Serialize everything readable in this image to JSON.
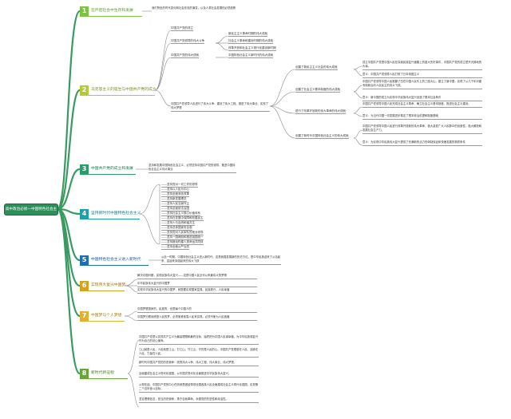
{
  "root": {
    "label": "高中政治必修一中国特色社会主义"
  },
  "colors": {
    "root": "#2f8f5b",
    "t1": "#7dc242",
    "t2": "#b6c93a",
    "t3": "#2e9b6a",
    "t4": "#20a0a8",
    "t5": "#1f6fb3",
    "t6": "#d4a21d",
    "t7": "#e0b030",
    "t8": "#6ba539"
  },
  "topics": [
    {
      "num": "1",
      "label": "在严密社会中生存和发展"
    },
    {
      "num": "2",
      "label": "马克思主义的诞生与中国共产党的成立"
    },
    {
      "num": "3",
      "label": "中国共产党的成立和发展"
    },
    {
      "num": "4",
      "label": "坚持新时代中国特色社会主义"
    },
    {
      "num": "5",
      "label": "中国特色社会主义进入新时代"
    },
    {
      "num": "6",
      "label": "实现伟大复兴中国梦"
    },
    {
      "num": "7",
      "label": "中国梦与个人梦想"
    },
    {
      "num": "8",
      "label": "新时代新征程"
    }
  ],
  "topic1": {
    "leaf": "我们所处的时代变化和社会形态的演变，以及人类社会发展的必然趋势"
  },
  "topic2": {
    "sub": [
      "中国共产党的成立",
      "中国共产党领导的伟大斗争",
      "中国共产党的伟大成就"
    ],
    "subsub": [
      "新民主主义革命时期的伟大成就",
      "社会主义革命和建设时期的伟大成就",
      "改革开放和社会主义现代化建设新时期",
      "中国特色社会主义新时代的伟大成就"
    ],
    "main": "中国共产党领导人民进行了伟大斗争、建设了伟大工程、推进了伟大事业、实现了伟大梦想",
    "branches": [
      "创建了新民主主义社会的伟大成就",
      "创建了社会主义基本制度的伟大成就",
      "进行了改革开放新的伟大革命的伟大成就",
      "创建了新时代中国特色社会主义的伟大成就"
    ],
    "details": [
      "成立中国共产党是中国人民在探索民族复兴道路上的重大历史事件，中国共产党的成立是开天辟地的大事。",
      "意义：中国共产党领导人民打败了日本帝国主义",
      "中国共产党领导中国人民推翻了压在中国人民头上的三座大山，建立了新中国，实现了从几千年封建专制政治向人民民主的伟大飞跃。",
      "意义：新中国的成立为实现中华民族伟大复兴创造了根本社会条件",
      "中国共产党领导中国人民完成社会主义革命，确立社会主义基本制度，推进社会主义建设。",
      "意义：为当代中国一切发展进步奠定了根本政治前提和制度基础",
      "中国共产党领导中国人民进行改革开放新的伟大革命，极大激发广大人民群众的创造性，极大解放和发展社会生产力。",
      "意义：为实现中华民族伟大复兴提供了充满新的活力的体制保证和快速发展的物质条件"
    ]
  },
  "topic3": {
    "leaf": "坚持和发展中国特色社会主义，必须坚持中国共产党的领导，推进中国特色社会主义伟大事业"
  },
  "topic4": {
    "items": [
      "——坚持党对一切工作的领导",
      "——坚持以人民为中心",
      "——坚持全面深化改革",
      "——坚持新发展理念",
      "——坚持人民当家作主",
      "——坚持全面依法治国",
      "——坚持社会主义核心价值体系",
      "——坚持在发展中保障和改善民生",
      "——坚持人与自然和谐共生",
      "——坚持总体国家安全观",
      "——坚持党对人民军队的绝对领导",
      "——坚持一国两制和推进祖国统一",
      "——坚持推动构建人类命运共同体",
      "——坚持全面从严治党"
    ]
  },
  "topic5": {
    "leaf": "从此一时期，中国特色社会主义进入新时代，这是我国发展新的历史方位，是中华民族迎来了从站起来、富起来到强起来的伟大飞跃"
  },
  "topic6": {
    "items": [
      "解决中国问题，实现民族伟大复兴——这是中国人民近代以来最伟大的梦想",
      "中华民族伟大复兴的中国梦",
      "实现中华民族伟大复兴的中国梦，就是要实现国家富强、民族振兴、人民幸福"
    ]
  },
  "topic7": {
    "items": [
      "中国梦是国家的、民族的，也是每个中国人的",
      "中国梦归根到底是人民的梦，必须紧紧依靠人民来实现，必须不断为人民造福"
    ]
  },
  "topic8": {
    "items": [
      "中国共产党是以实现共产主义为最高理想和最终目标，始终把为中国人民谋幸福、为中华民族谋复兴作为自己的初心使命。",
      "江山就是人民，人民就是江山。打江山、守江山，守的是人民的心。中国共产党根基在人民、血脉在人民、力量在人民。",
      "新时代中国共产党的历史使命：统揽伟大斗争、伟大工程、伟大事业、伟大梦想。",
      "全面建成社会主义现代化强国，以中国式现代化全面推进中华民族伟大复兴。",
      "从现在起，中国共产党的中心任务就是团结带领全国各族人民全面建成社会主义现代化强国、实现第二个百年奋斗目标。",
      "坚定理想信念，担当历史使命，勇于自我革命，永葆党的先进性和纯洁性。"
    ]
  }
}
